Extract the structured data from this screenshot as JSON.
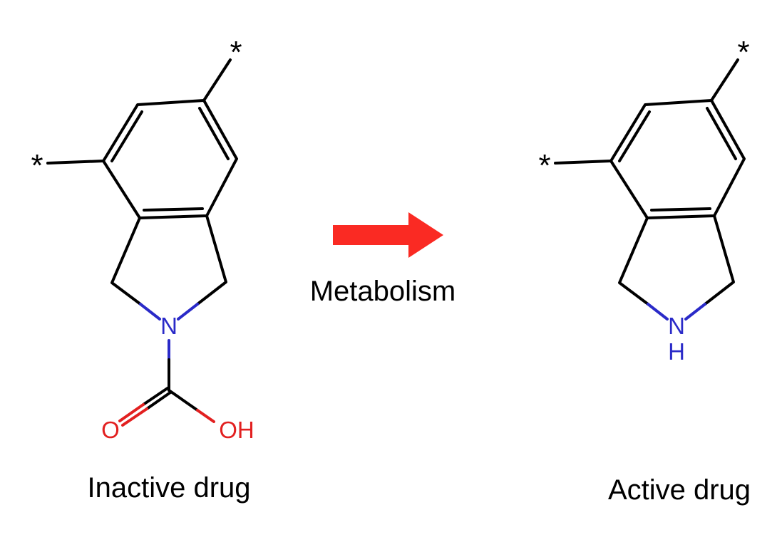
{
  "colors": {
    "bond": "#000000",
    "nitrogen": "#2a2ac8",
    "oxygen": "#e22020",
    "arrow": "#fa2a23",
    "caption": "#000000",
    "background": "#ffffff"
  },
  "reaction": {
    "arrow_label": "Metabolism"
  },
  "left_molecule": {
    "caption": "Inactive drug",
    "atoms": {
      "n": "N",
      "o": "O",
      "oh": "OH",
      "star_top": "*",
      "star_left": "*"
    }
  },
  "right_molecule": {
    "caption": "Active drug",
    "atoms": {
      "n": "N",
      "h": "H",
      "star_top": "*",
      "star_left": "*"
    }
  }
}
